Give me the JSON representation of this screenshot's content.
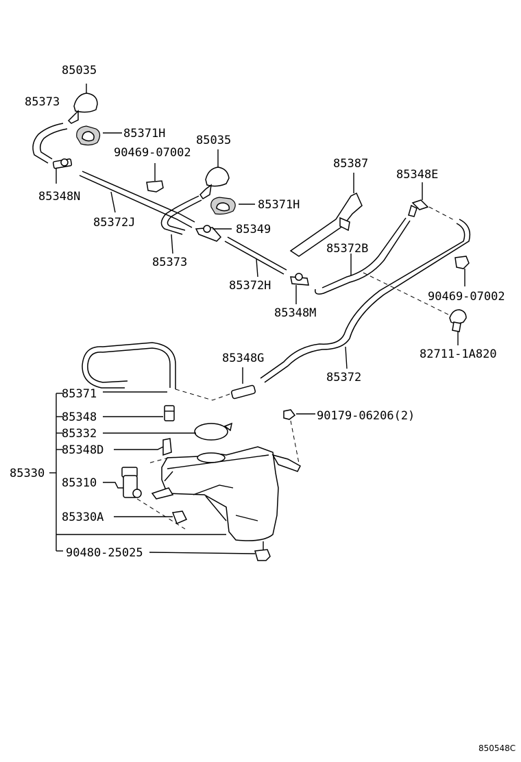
{
  "diagram": {
    "reference_code": "850548C",
    "labels": {
      "p85035_a": "85035",
      "p85373_a": "85373",
      "p85371H_a": "85371H",
      "p90469_a": "90469-07002",
      "p85035_b": "85035",
      "p85387": "85387",
      "p85348E": "85348E",
      "p85348N": "85348N",
      "p85371H_b": "85371H",
      "p85372J": "85372J",
      "p85349": "85349",
      "p85373_b": "85373",
      "p85372B": "85372B",
      "p85372H": "85372H",
      "p90469_b": "90469-07002",
      "p85348M": "85348M",
      "p82711": "82711-1A820",
      "p85348G": "85348G",
      "p85372": "85372",
      "p85371": "85371",
      "p85348": "85348",
      "p90179": "90179-06206(2)",
      "p85332": "85332",
      "p85348D": "85348D",
      "p85330": "85330",
      "p85310": "85310",
      "p85330A": "85330A",
      "p90480": "90480-25025"
    }
  }
}
